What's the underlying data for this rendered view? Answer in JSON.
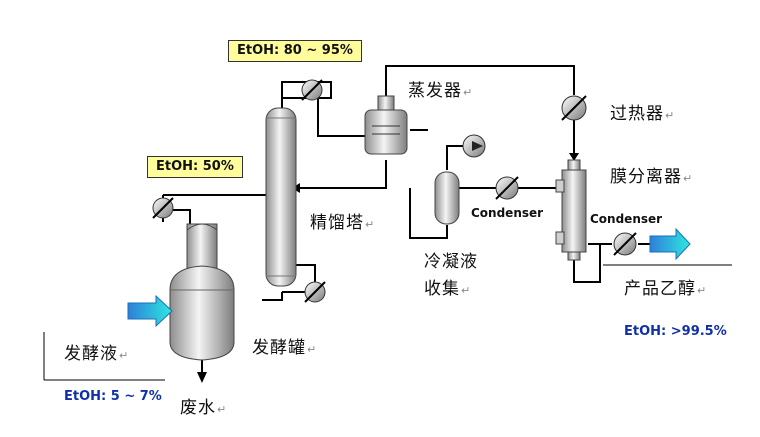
{
  "labels": {
    "feed_liquid": "发酵液",
    "fermenter": "发酵罐",
    "waste_water": "废水",
    "rectifier": "精馏塔",
    "evaporator": "蒸发器",
    "superheater": "过热器",
    "membrane_separator": "膜分离器",
    "condensate_collection_line1": "冷凝液",
    "condensate_collection_line2": "收集",
    "product_ethanol": "产品乙醇",
    "condenser_1": "Condenser",
    "condenser_2": "Condenser",
    "return_mark": "↵"
  },
  "concentrations": {
    "column_top": "EtOH: 80 ~ 95%",
    "fermenter_vapor": "EtOH: 50%",
    "feed": "EtOH: 5 ~ 7%",
    "product": "EtOH: >99.5%"
  },
  "colors": {
    "pipe": "#000000",
    "vessel_light": "#f2f2f2",
    "vessel_dark": "#8a8a8a",
    "label_box": "#fffc9c",
    "concentration_text": "#1030a8",
    "arrow_blue": "#19b5d8"
  }
}
